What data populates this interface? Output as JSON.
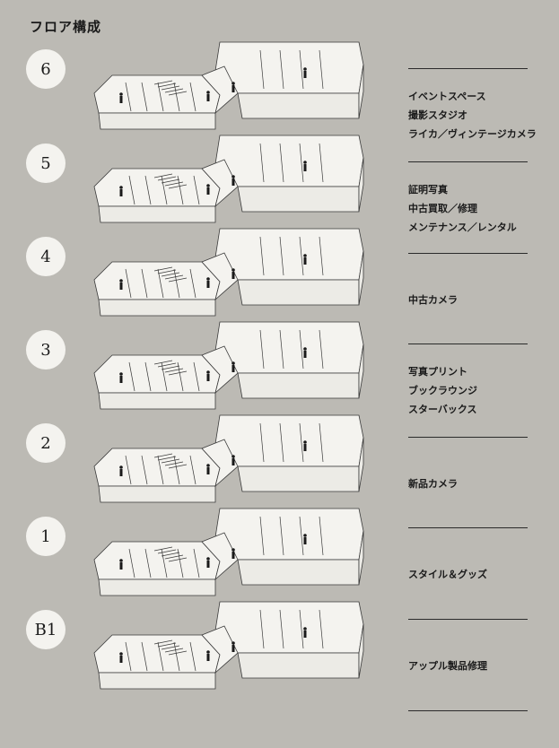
{
  "title": "フロア構成",
  "floors": [
    {
      "level": "6",
      "lines": [
        "イベントスペース",
        "撮影スタジオ",
        "ライカ／ヴィンテージカメラ"
      ]
    },
    {
      "level": "5",
      "lines": [
        "証明写真",
        "中古買取／修理",
        "メンテナンス／レンタル"
      ]
    },
    {
      "level": "4",
      "lines": [
        "中古カメラ"
      ]
    },
    {
      "level": "3",
      "lines": [
        "写真プリント",
        "ブックラウンジ",
        "スターバックス"
      ]
    },
    {
      "level": "2",
      "lines": [
        "新品カメラ"
      ]
    },
    {
      "level": "1",
      "lines": [
        "スタイル＆グッズ"
      ]
    },
    {
      "level": "B1",
      "lines": [
        "アップル製品修理"
      ]
    }
  ]
}
